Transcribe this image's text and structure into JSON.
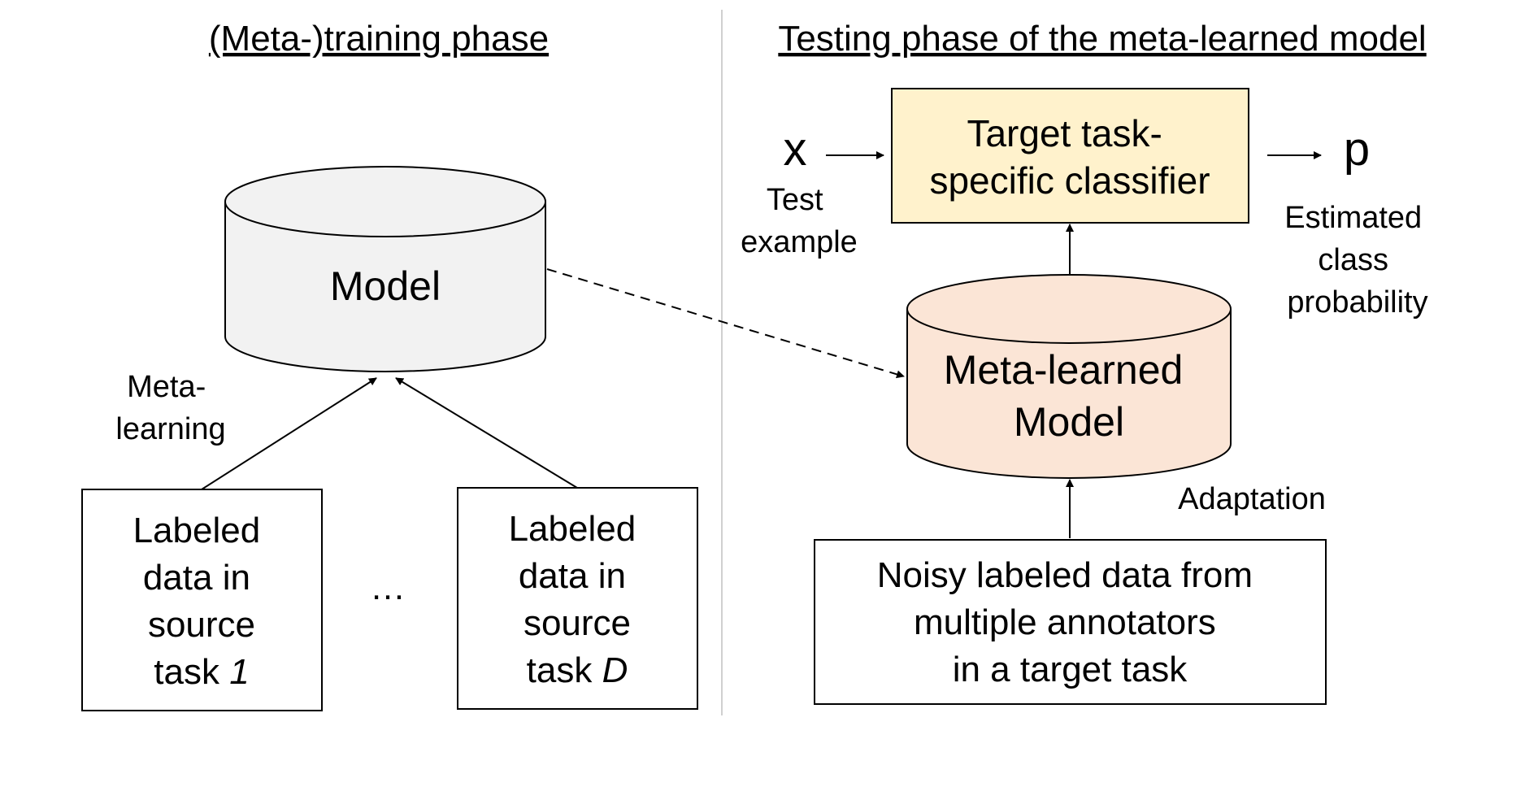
{
  "left_panel": {
    "title": "(Meta-)training phase",
    "model_label": "Model",
    "meta_learning_lines": [
      "Meta-",
      "learning"
    ],
    "source_task_1": {
      "lines": [
        "Labeled",
        "data in",
        "source"
      ],
      "last_prefix": "task ",
      "last_italic": "1"
    },
    "ellipsis": "…",
    "source_task_d": {
      "lines": [
        "Labeled",
        "data in",
        "source"
      ],
      "last_prefix": "task ",
      "last_italic": "D"
    }
  },
  "right_panel": {
    "title": "Testing phase of the meta-learned model",
    "input_symbol": "x",
    "test_example_lines": [
      "Test",
      "example"
    ],
    "classifier_lines": [
      "Target task-",
      "specific classifier"
    ],
    "output_symbol": "p",
    "estimated_prob_lines": [
      "Estimated",
      "class",
      "probability"
    ],
    "meta_model_lines": [
      "Meta-learned",
      "Model"
    ],
    "adaptation_label": "Adaptation",
    "noisy_data_lines": [
      "Noisy labeled data from",
      "multiple annotators",
      "in a target task"
    ]
  },
  "colors": {
    "model_fill": "#f2f2f2",
    "meta_model_fill": "#fbe5d6",
    "classifier_fill": "#fff2cc",
    "divider": "#c0c0c0",
    "stroke": "#000000"
  }
}
